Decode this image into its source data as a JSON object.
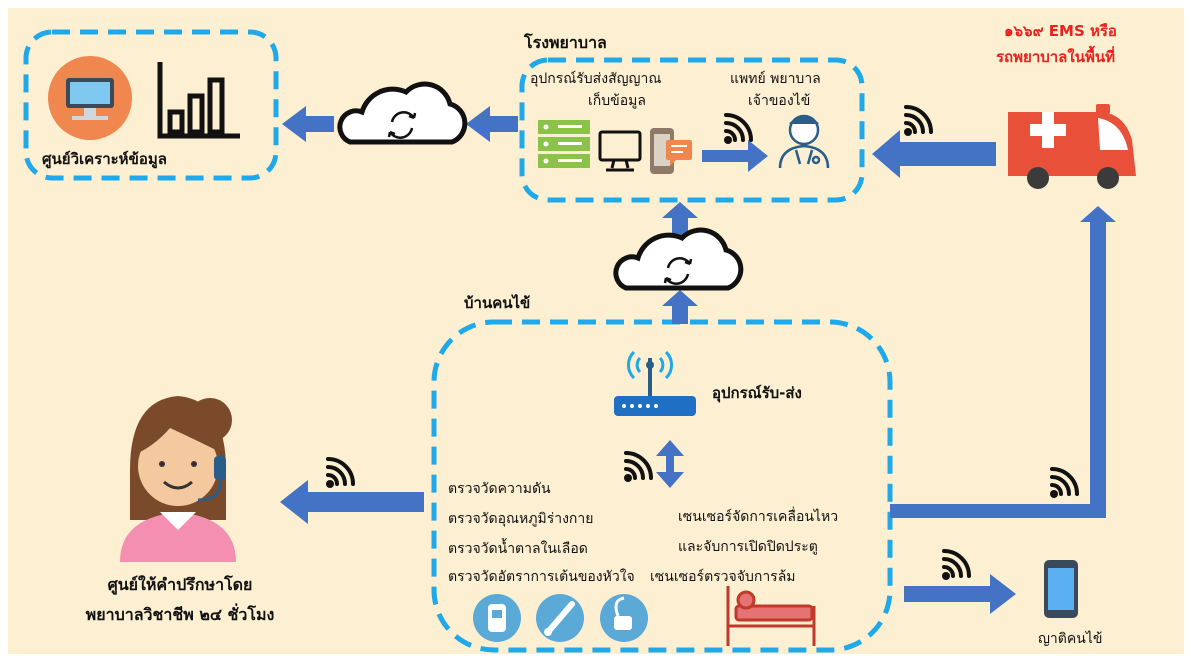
{
  "colors": {
    "background": "#fdf0d2",
    "dashed_border": "#1fa8ea",
    "arrow": "#4472c4",
    "ambulance": "#e8503a",
    "ems_text": "#e8231b",
    "analytics_circle": "#f0874f"
  },
  "analysis_center": {
    "title": "ศูนย์วิเคราะห์ข้อมูล",
    "icons": [
      "computer-icon",
      "bar-chart-icon"
    ]
  },
  "hospital": {
    "title": "โรงพยาบาล",
    "device_label": "อุปกรณ์รับส่งสัญญาณ",
    "storage_label": "เก็บข้อมูล",
    "staff_label_line1": "แพทย์ พยาบาล",
    "staff_label_line2": "เจ้าของไข้"
  },
  "ems": {
    "line1": "๑๖๖๙ EMS หรือ",
    "line2": "รถพยาบาลในพื้นที่"
  },
  "patient_home": {
    "title": "บ้านคนไข้",
    "router_label": "อุปกรณ์รับ-ส่ง",
    "measurements": [
      "ตรวจวัดความดัน",
      "ตรวจวัดอุณหภูมิร่างกาย",
      "ตรวจวัดน้ำตาลในเลือด",
      "ตรวจวัดอัตราการเต้นของหัวใจ"
    ],
    "sensors": [
      "เซนเซอร์จัดการเคลื่อนไหว",
      "และจับการเปิดปิดประตู",
      "เซนเซอร์ตรวจจับการล้ม"
    ]
  },
  "consult_center": {
    "line1": "ศูนย์ให้คำปรึกษาโดย",
    "line2": "พยาบาลวิชาชีพ ๒๔ ชั่วโมง"
  },
  "relatives": {
    "label": "ญาติคนไข้"
  }
}
